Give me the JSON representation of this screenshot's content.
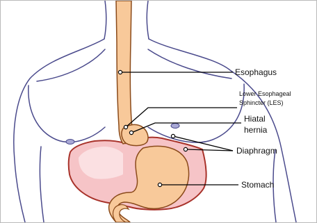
{
  "labels": {
    "esophagus": "Esophagus",
    "les_line1": "Lower Esophageal",
    "les_line2": "Sphincter (LES)",
    "hiatal_line1": "Hiatal",
    "hiatal_line2": "hernia",
    "diaphragm": "Diaphragm",
    "stomach": "Stomach"
  },
  "colors": {
    "esophagus_fill": "#f8c99a",
    "organ_outline": "#8a4a1a",
    "diaphragm_fill": "#f6c4c7",
    "diaphragm_outline": "#a8322a",
    "body_outline": "#4a4a8c",
    "nipple_fill": "#a9a9d6",
    "leader_line": "#000000"
  }
}
